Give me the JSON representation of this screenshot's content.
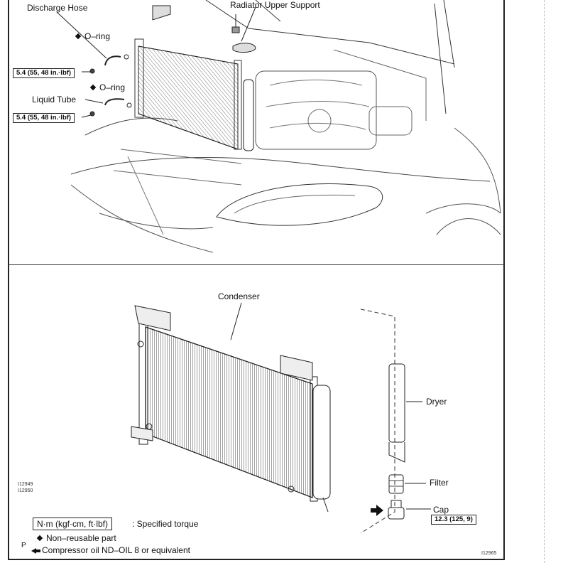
{
  "top_view": {
    "discharge_hose": "Discharge Hose",
    "radiator_upper_support": "Radiator Upper Support",
    "oring_upper": "O–ring",
    "oring_lower": "O–ring",
    "liquid_tube": "Liquid Tube",
    "torque_discharge": "5.4 (55, 48 in.·lbf)",
    "torque_liquid": "5.4 (55, 48 in.·lbf)"
  },
  "bottom_view": {
    "condenser": "Condenser",
    "dryer": "Dryer",
    "filter": "Filter",
    "cap": "Cap",
    "torque_cap": "12.3 (125, 9)",
    "figure_ids": [
      "I12949",
      "I12950"
    ],
    "page_id": "I12965"
  },
  "legend": {
    "torque_unit_box": "N·m (kgf·cm, ft·lbf)",
    "torque_text": ": Specified torque",
    "non_reusable": "Non–reusable part",
    "oil_marker": "P",
    "compressor_oil": "Compressor oil ND–OIL 8 or equivalent"
  },
  "icons": [
    "diamond-icon",
    "oil-arrow-icon"
  ]
}
